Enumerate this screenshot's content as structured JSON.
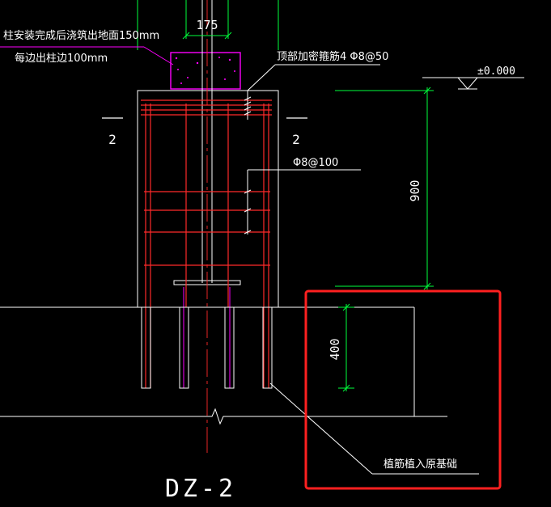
{
  "drawing": {
    "title": "DZ-2",
    "colors": {
      "background": "#000000",
      "concrete_outline": "#ffffff",
      "rebar": "#ff2a2a",
      "dimension": "#00ff3c",
      "annotation_leader": "#ffffff",
      "magenta": "#ff00ff",
      "highlight_box": "#ff2020"
    },
    "labels": {
      "column_note_line1": "柱安装完成后浇筑出地面150mm",
      "column_note_line2": "每边出柱边100mm",
      "top_stirrup_note": "顶部加密箍筋4 Φ8@50",
      "stirrup_note": "Φ8@100",
      "elevation": "±0.000",
      "section_mark_left": "2",
      "section_mark_right": "2",
      "anchor_note": "植筋植入原基础"
    },
    "dimensions": {
      "column_width": "175",
      "pedestal_height": "900",
      "anchor_depth": "400"
    }
  }
}
